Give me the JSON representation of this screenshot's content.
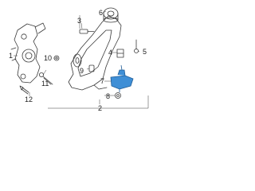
{
  "callouts": [
    {
      "id": "c1",
      "text": "1"
    },
    {
      "id": "c2",
      "text": "2"
    },
    {
      "id": "c3",
      "text": "3"
    },
    {
      "id": "c4",
      "text": "4"
    },
    {
      "id": "c5",
      "text": "5"
    },
    {
      "id": "c6",
      "text": "6"
    },
    {
      "id": "c7",
      "text": "7"
    },
    {
      "id": "c8",
      "text": "8"
    },
    {
      "id": "c9",
      "text": "9"
    },
    {
      "id": "c10",
      "text": "10"
    },
    {
      "id": "c11",
      "text": "11"
    },
    {
      "id": "c12",
      "text": "12"
    }
  ],
  "colors": {
    "line": "#3a3a3a",
    "highlight_fill": "#3f8fd6",
    "highlight_stroke": "#1f5c96",
    "background": "#ffffff"
  }
}
